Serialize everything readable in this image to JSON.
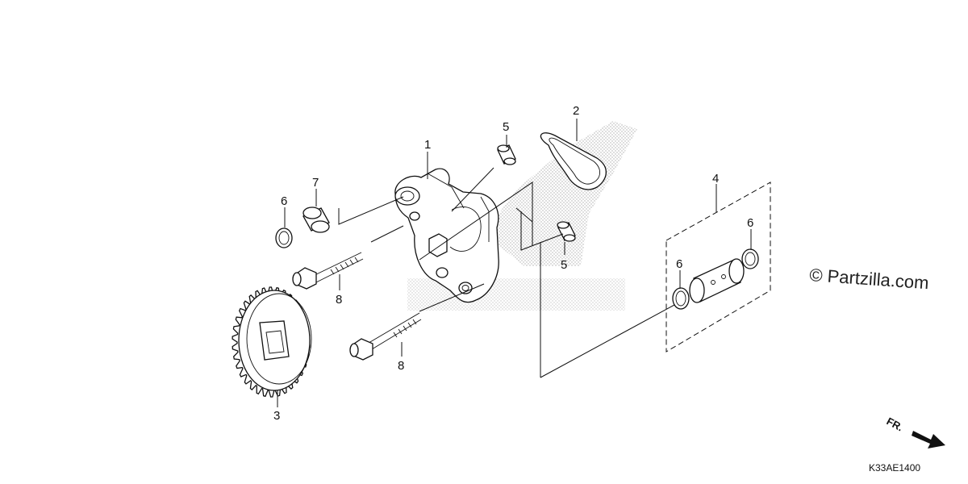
{
  "callouts": [
    {
      "id": "p1",
      "label": "1"
    },
    {
      "id": "p2",
      "label": "2"
    },
    {
      "id": "p3",
      "label": "3"
    },
    {
      "id": "p4",
      "label": "4"
    },
    {
      "id": "p5a",
      "label": "5"
    },
    {
      "id": "p5b",
      "label": "5"
    },
    {
      "id": "p6a",
      "label": "6"
    },
    {
      "id": "p6b",
      "label": "6"
    },
    {
      "id": "p6c",
      "label": "6"
    },
    {
      "id": "p7",
      "label": "7"
    },
    {
      "id": "p8a",
      "label": "8"
    },
    {
      "id": "p8b",
      "label": "8"
    }
  ],
  "watermark": {
    "copyright": "© Partzilla.com"
  },
  "direction": {
    "label": "FR."
  },
  "diagram_code": "K33AE1400",
  "colors": {
    "line": "#111111",
    "background": "#ffffff",
    "halftone": "#bbbbbb"
  }
}
